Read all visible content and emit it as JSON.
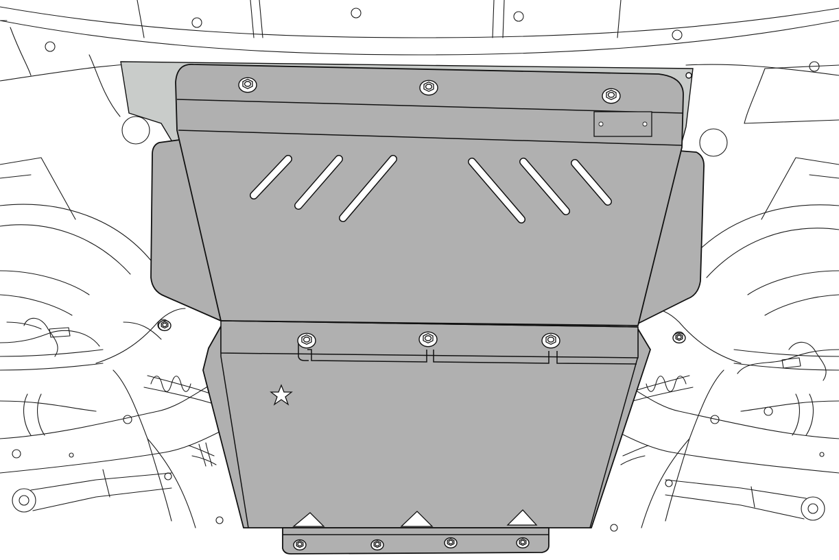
{
  "diagram": {
    "kind": "technical line drawing",
    "colors": {
      "plate_fill": "#b0b0b0",
      "upper_bracket_fill": "#c9ccca",
      "outline": "#111111",
      "background": "#ffffff"
    },
    "icons": [
      "bolt-icon",
      "star-icon",
      "slot-vent",
      "mounting-plate"
    ]
  }
}
